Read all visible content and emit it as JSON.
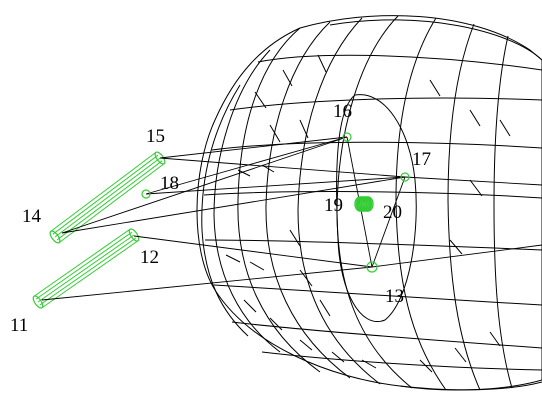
{
  "colors": {
    "wireframe": "#000000",
    "member": "#33cc33",
    "background": "#ffffff"
  },
  "diagram": {
    "labels": [
      {
        "id": "n11",
        "text": "11"
      },
      {
        "id": "n12",
        "text": "12"
      },
      {
        "id": "n13",
        "text": "13"
      },
      {
        "id": "n14",
        "text": "14"
      },
      {
        "id": "n15",
        "text": "15"
      },
      {
        "id": "n16",
        "text": "16"
      },
      {
        "id": "n17",
        "text": "17"
      },
      {
        "id": "n18",
        "text": "18"
      },
      {
        "id": "n19",
        "text": "19"
      },
      {
        "id": "n20",
        "text": "20"
      }
    ]
  }
}
